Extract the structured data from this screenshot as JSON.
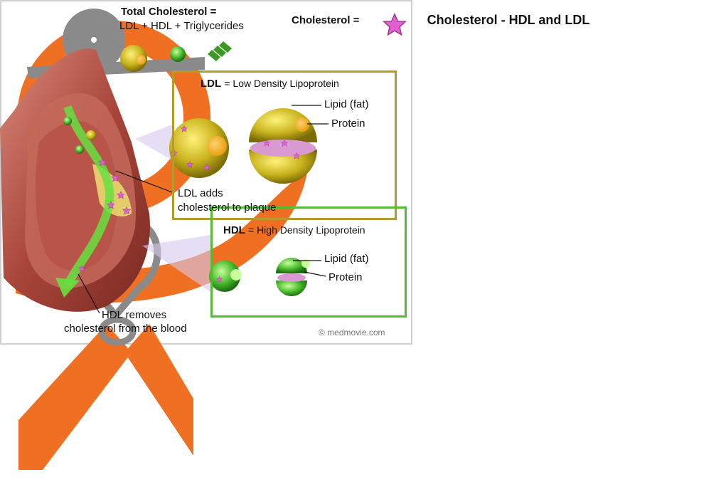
{
  "title": "Cholesterol - HDL and LDL",
  "total": {
    "heading": "Total Cholesterol =",
    "formula": "LDL + HDL + Triglycerides"
  },
  "legend": {
    "label": "Cholesterol =",
    "symbol": "pink-star-icon"
  },
  "ldl": {
    "abbr": "LDL",
    "definition": "= Low Density Lipoprotein",
    "lipid": "Lipid (fat)",
    "protein": "Protein"
  },
  "hdl": {
    "abbr": "HDL",
    "definition": "= High Density Lipoprotein",
    "lipid": "Lipid (fat)",
    "protein": "Protein"
  },
  "callouts": {
    "ldl_adds_1": "LDL adds",
    "ldl_adds_2": "cholesterol to plaque",
    "hdl_removes_1": "HDL removes",
    "hdl_removes_2": "cholesterol from the blood"
  },
  "credit": "© medmovie.com",
  "colors": {
    "mascot_orange": "#f07023",
    "mascot_gray": "#8a8a8a",
    "ldl_yellow": "#c8b21c",
    "hdl_green": "#44b82a",
    "cholesterol_pink": "#e060d0",
    "artery_red": "#a8453a"
  }
}
